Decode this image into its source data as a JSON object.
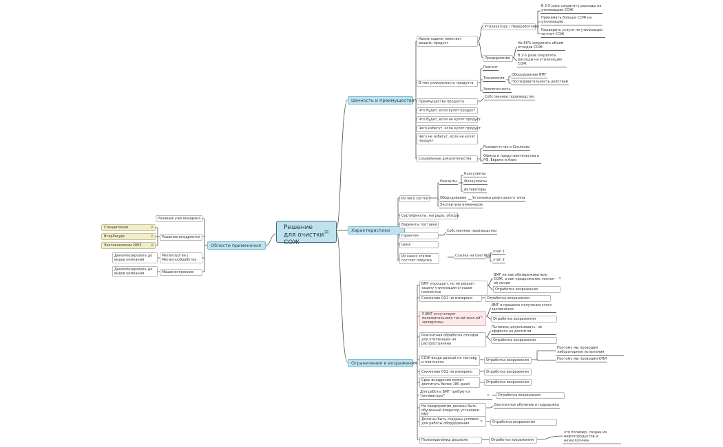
{
  "center": "Решение для очистки СОЖ",
  "branches": {
    "value": "Ценность и преимущества",
    "chars": "Характеристики",
    "limits": "Ограничения и возражения",
    "apps": "Области применения"
  },
  "value": {
    "q_tasks": "Какие задачи помогает решить продукт",
    "utilizer": "Утилизатору / Переработчику",
    "u1": "В 2-5 раза сократить расходы на утилизацию СОЖ",
    "u2": "Принимать больше СОЖ на утилизацию",
    "u3": "Расширить услуги по утилизации за счет СОЖ",
    "enterprise": "Предприятию",
    "e1": "На 80% сократить объем отходов СОЖ",
    "e2": "В 2-5 раза сократить расходы на утилизацию СОЖ",
    "unique": "В чем уникальность продукта",
    "reagent": "Реагент",
    "tech": "Технология",
    "equip": "Оборудование ВМГ",
    "sequence": "Последовательность действий",
    "ecology": "Экологичность",
    "advantages": "Преимущества продукта",
    "own_prod": "Собственное производство",
    "buy": "Что будет, если купят продукт",
    "not_buy": "Что будет, если не купят продукт",
    "avoid_buy": "Чего избегут, если купят продукт",
    "avoid_not_buy": "Чего не избегут, если не купят продукт",
    "social": "Социальные доказательства",
    "skolkovo": "Резидентство в Сколково",
    "offices": "Офисы и представительства в РФ, Европе и Азии"
  },
  "chars": {
    "composition": "Из чего состоит",
    "reagents": "Реагенты",
    "coag": "Коагулянты",
    "floc": "Флокулянты",
    "activ": "Активаторы",
    "equipment": "Оборудование",
    "reactor": "Установка реакторного типа",
    "expertise": "Экспертиза инженеров",
    "certs": "Сертификаты, награды, обзоры",
    "delivery": "Варианты поставки",
    "warranty": "Гарантия",
    "own_prod": "Собственное производство",
    "price": "Цена",
    "stages": "Из каких этапов состоит покупка",
    "userflow": "Ссылка на User flow",
    "stage1": "этап 1",
    "stage2": "этап 2"
  },
  "limits": {
    "l1": "ВМГ упрощает, но не решает задачу утилизации отходов полностью",
    "l1a": "ВМГ не как обезвреживатель СОЖ, а как продолжение технол-ой линии",
    "objection": "Отработка возражения",
    "l2": "Снижение CO2 не измерено",
    "l3": "У ВМГ отсутствует положительного гос-ой экол-ой экспертизы",
    "l3a": "ВМГ в процессе получения этого заключения",
    "l4": "Реагентная обработка отходов для утилизации не распространена",
    "l4a": "Пытались использовать, но эффекта не достигли",
    "l5": "СОЖ везде разный по составу и плотности",
    "l5a": "Поэтому мы проводим лабораторные испытания",
    "l5b": "Поэтому мы проводим ОПИ",
    "l6": "Снижение CO2 не измерено",
    "l7": "Срок внедрения может достигать более 180 дней",
    "l8": "Для работы ВМГ требуются \"активаторы\"",
    "l9": "На предприятии должен быть обученный оператор установки ВМГ",
    "l9a": "Бесплатное обучение и поддержка",
    "l10": "Должны быть созданы условия для работы оборудования",
    "l11": "Полиакриламид дешевле",
    "l11a": "это полимер, создан из нефтепродуктов и неэкологичен"
  },
  "apps": {
    "implemented": "Решение уже внедрено",
    "implementing": "Решение внедряется",
    "metallurgy": "Металлургия | Металлообработка",
    "machine": "Машиностроение",
    "c1": "Спецавтоком",
    "c2": "ВторРесурс",
    "c3": "Экотехнологии 2005",
    "d1": "Декомпозировать до видов компаний",
    "d2": "Декомпозировать до видов компаний"
  }
}
